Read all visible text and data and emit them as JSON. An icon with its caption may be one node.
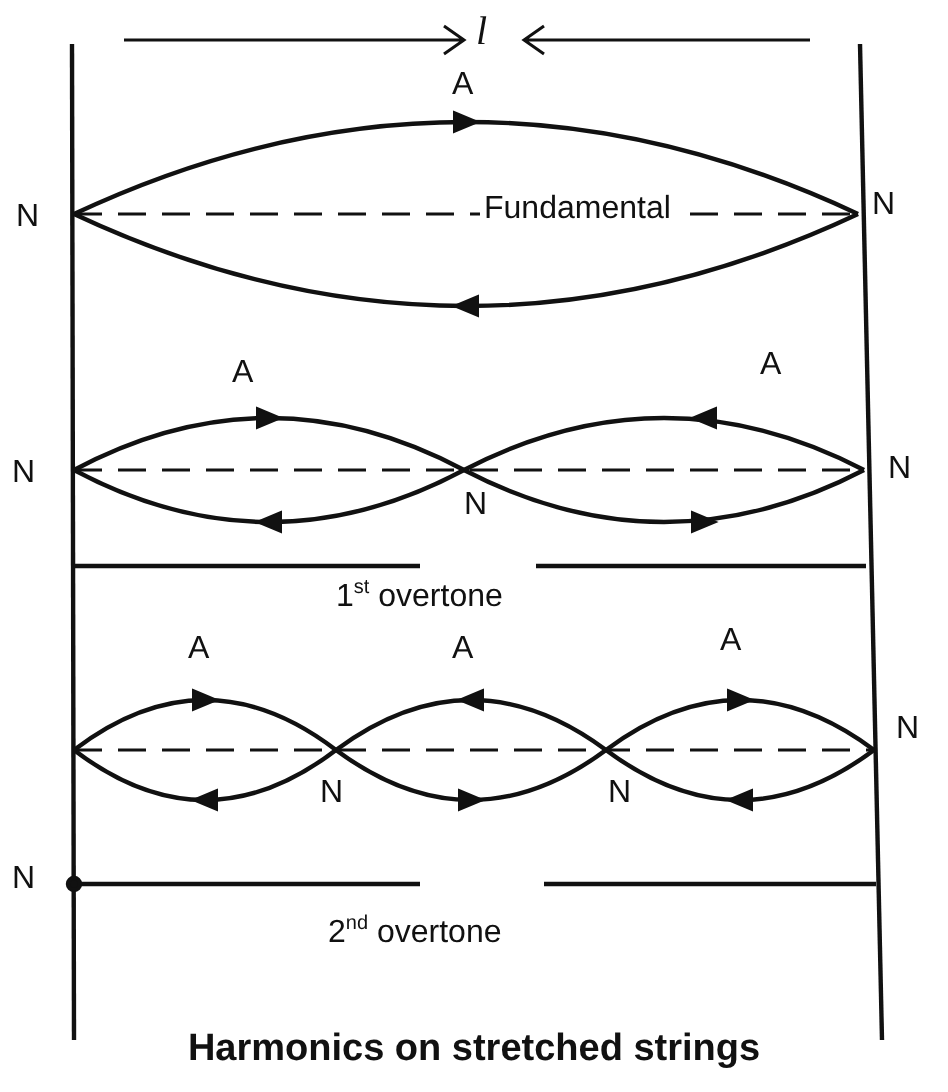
{
  "diagram": {
    "caption": "Harmonics on stretched strings",
    "labels": [
      "l",
      "A",
      "N",
      "Fundamental",
      "N",
      "A",
      "A",
      "N",
      "N",
      "N",
      "1$^{st}$ overtone",
      "A",
      "A",
      "A",
      "N",
      "N",
      "N",
      "N",
      "2$^{nd}$ overtone"
    ]
  }
}
